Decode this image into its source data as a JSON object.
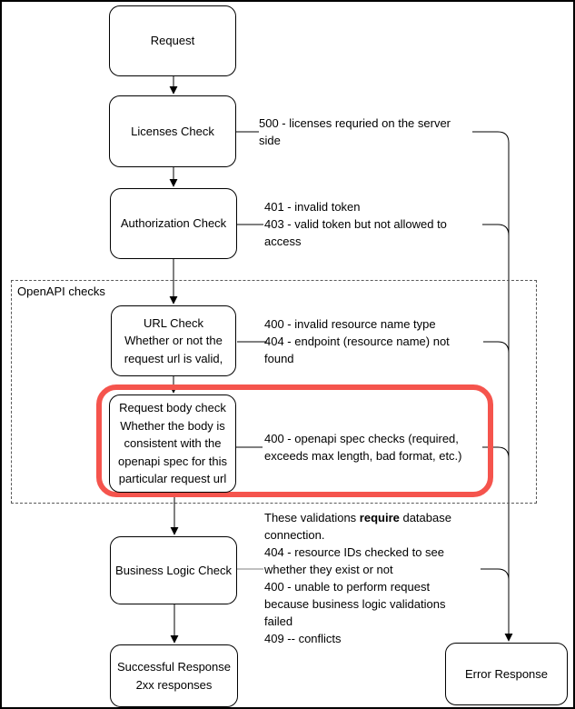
{
  "diagram": {
    "group": {
      "label": "OpenAPI checks"
    },
    "nodes": {
      "request": "Request",
      "licenses": "Licenses Check",
      "authorization": "Authorization Check",
      "url_check": "URL Check\nWhether or not the\nrequest url is valid,",
      "request_body": "Request body check\nWhether the body is\nconsistent with the\nopenapi spec for this\nparticular request url",
      "business_logic": "Business Logic Check",
      "success": "Successful Response\n2xx responses",
      "error": "Error Response"
    },
    "annotations": {
      "licenses": "500 - licenses requried on the server\nside",
      "authorization": "401 - invalid token\n403 - valid token but not allowed to\naccess",
      "url_check": "400 - invalid resource name type\n404 - endpoint (resource name) not\nfound",
      "request_body": "400 - openapi spec checks (required,\nexceeds max length, bad format, etc.)",
      "business_logic": {
        "prefix": "These validations ",
        "bold": "require",
        "suffix": " database\nconnection.\n404 - resource IDs checked to see\nwhether they exist or not\n400 - unable to perform request\nbecause business logic validations\nfailed\n409 -- conflicts"
      }
    },
    "colors": {
      "highlight_red": "#f5544d",
      "stroke": "#000000",
      "dashed_border": "#595959"
    }
  }
}
